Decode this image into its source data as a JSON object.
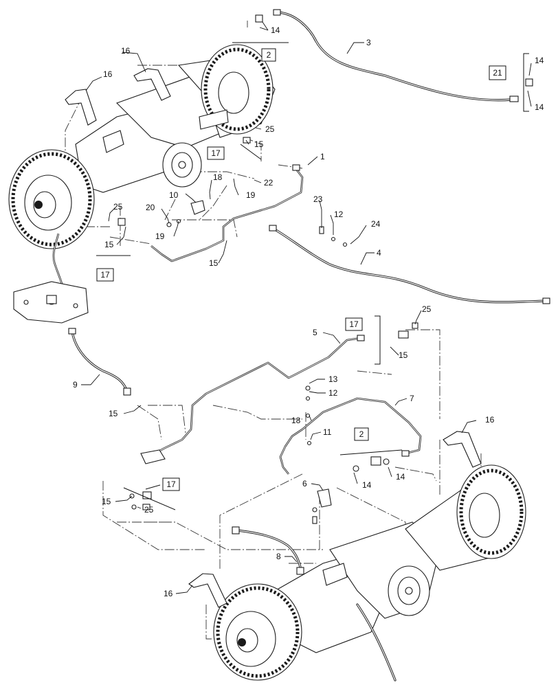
{
  "callouts": {
    "c1": "1",
    "c3": "3",
    "c4": "4",
    "c5": "5",
    "c6": "6",
    "c7": "7",
    "c8": "8",
    "c9": "9",
    "c10": "10",
    "c11": "11",
    "c12a": "12",
    "c12b": "12",
    "c13": "13",
    "c14a": "14",
    "c14b": "14",
    "c14c": "14",
    "c14d": "14",
    "c14e": "14",
    "c15a": "15",
    "c15b": "15",
    "c15c": "15",
    "c15d": "15",
    "c15e": "15",
    "c15f": "15",
    "c16a": "16",
    "c16b": "16",
    "c16c": "16",
    "c16d": "16",
    "c18a": "18",
    "c18b": "18",
    "c19a": "19",
    "c19b": "19",
    "c20": "20",
    "c22": "22",
    "c23": "23",
    "c24": "24",
    "c25a": "25",
    "c25b": "25",
    "c25c": "25",
    "c25d": "25"
  },
  "kits": {
    "k2a": "2",
    "k2b": "2",
    "k17a": "17",
    "k17b": "17",
    "k17c": "17",
    "k17d": "17",
    "k21": "21"
  }
}
